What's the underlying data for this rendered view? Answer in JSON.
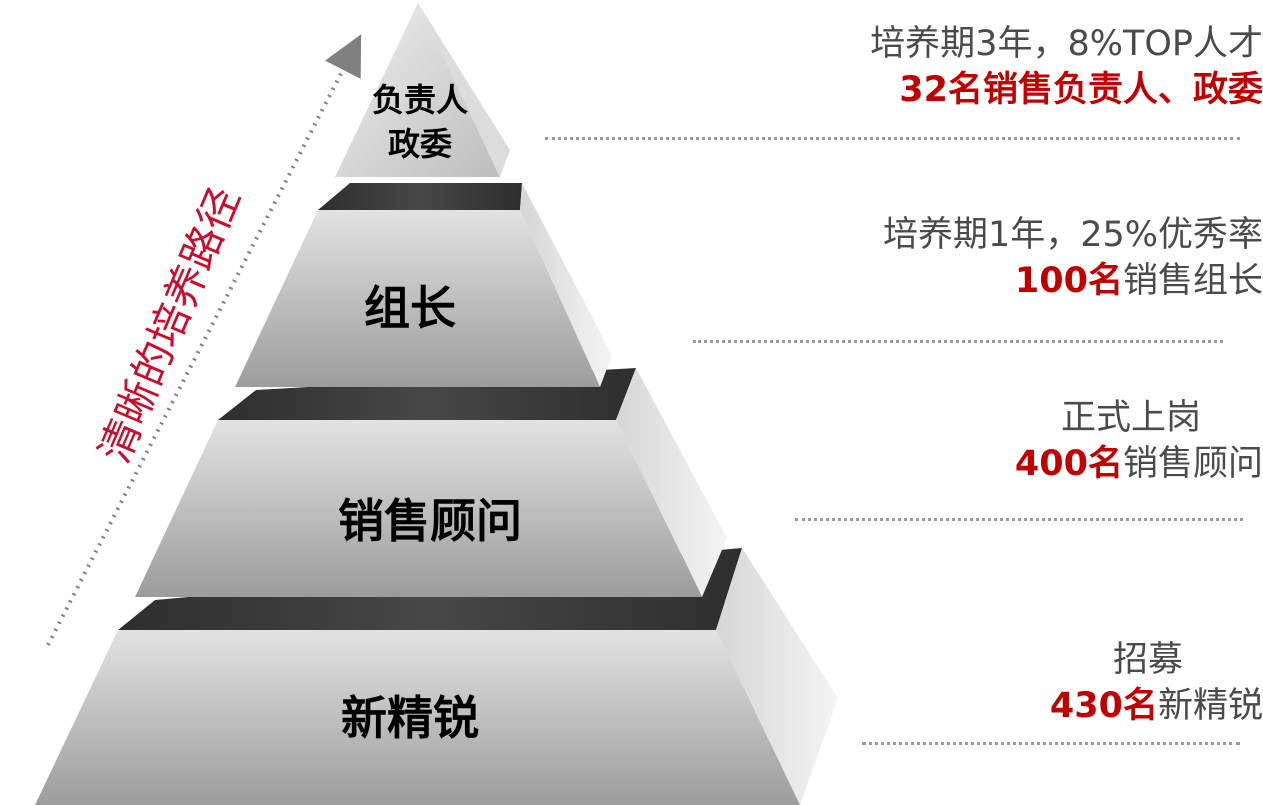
{
  "path_title": "清晰的培养路径",
  "tiers": [
    {
      "level_label_lines": [
        "负责人",
        "政委"
      ],
      "info_line1": "培养期3年，8%TOP人才",
      "info_count": "32名销售负责人、政委",
      "info_count_suffix": ""
    },
    {
      "level_label_lines": [
        "组长"
      ],
      "info_line1": "培养期1年，25%优秀率",
      "info_count": "100名",
      "info_count_suffix": "销售组长"
    },
    {
      "level_label_lines": [
        "销售顾问"
      ],
      "info_line1": "正式上岗",
      "info_count": "400名",
      "info_count_suffix": "销售顾问"
    },
    {
      "level_label_lines": [
        "新精锐"
      ],
      "info_line1": "招募",
      "info_count": "430名",
      "info_count_suffix": "新精锐"
    }
  ],
  "colors": {
    "accent_red": "#c00000",
    "title_red": "#c8102e",
    "text_gray": "#4a4a4a",
    "dark_step": "#3a3a3a"
  }
}
